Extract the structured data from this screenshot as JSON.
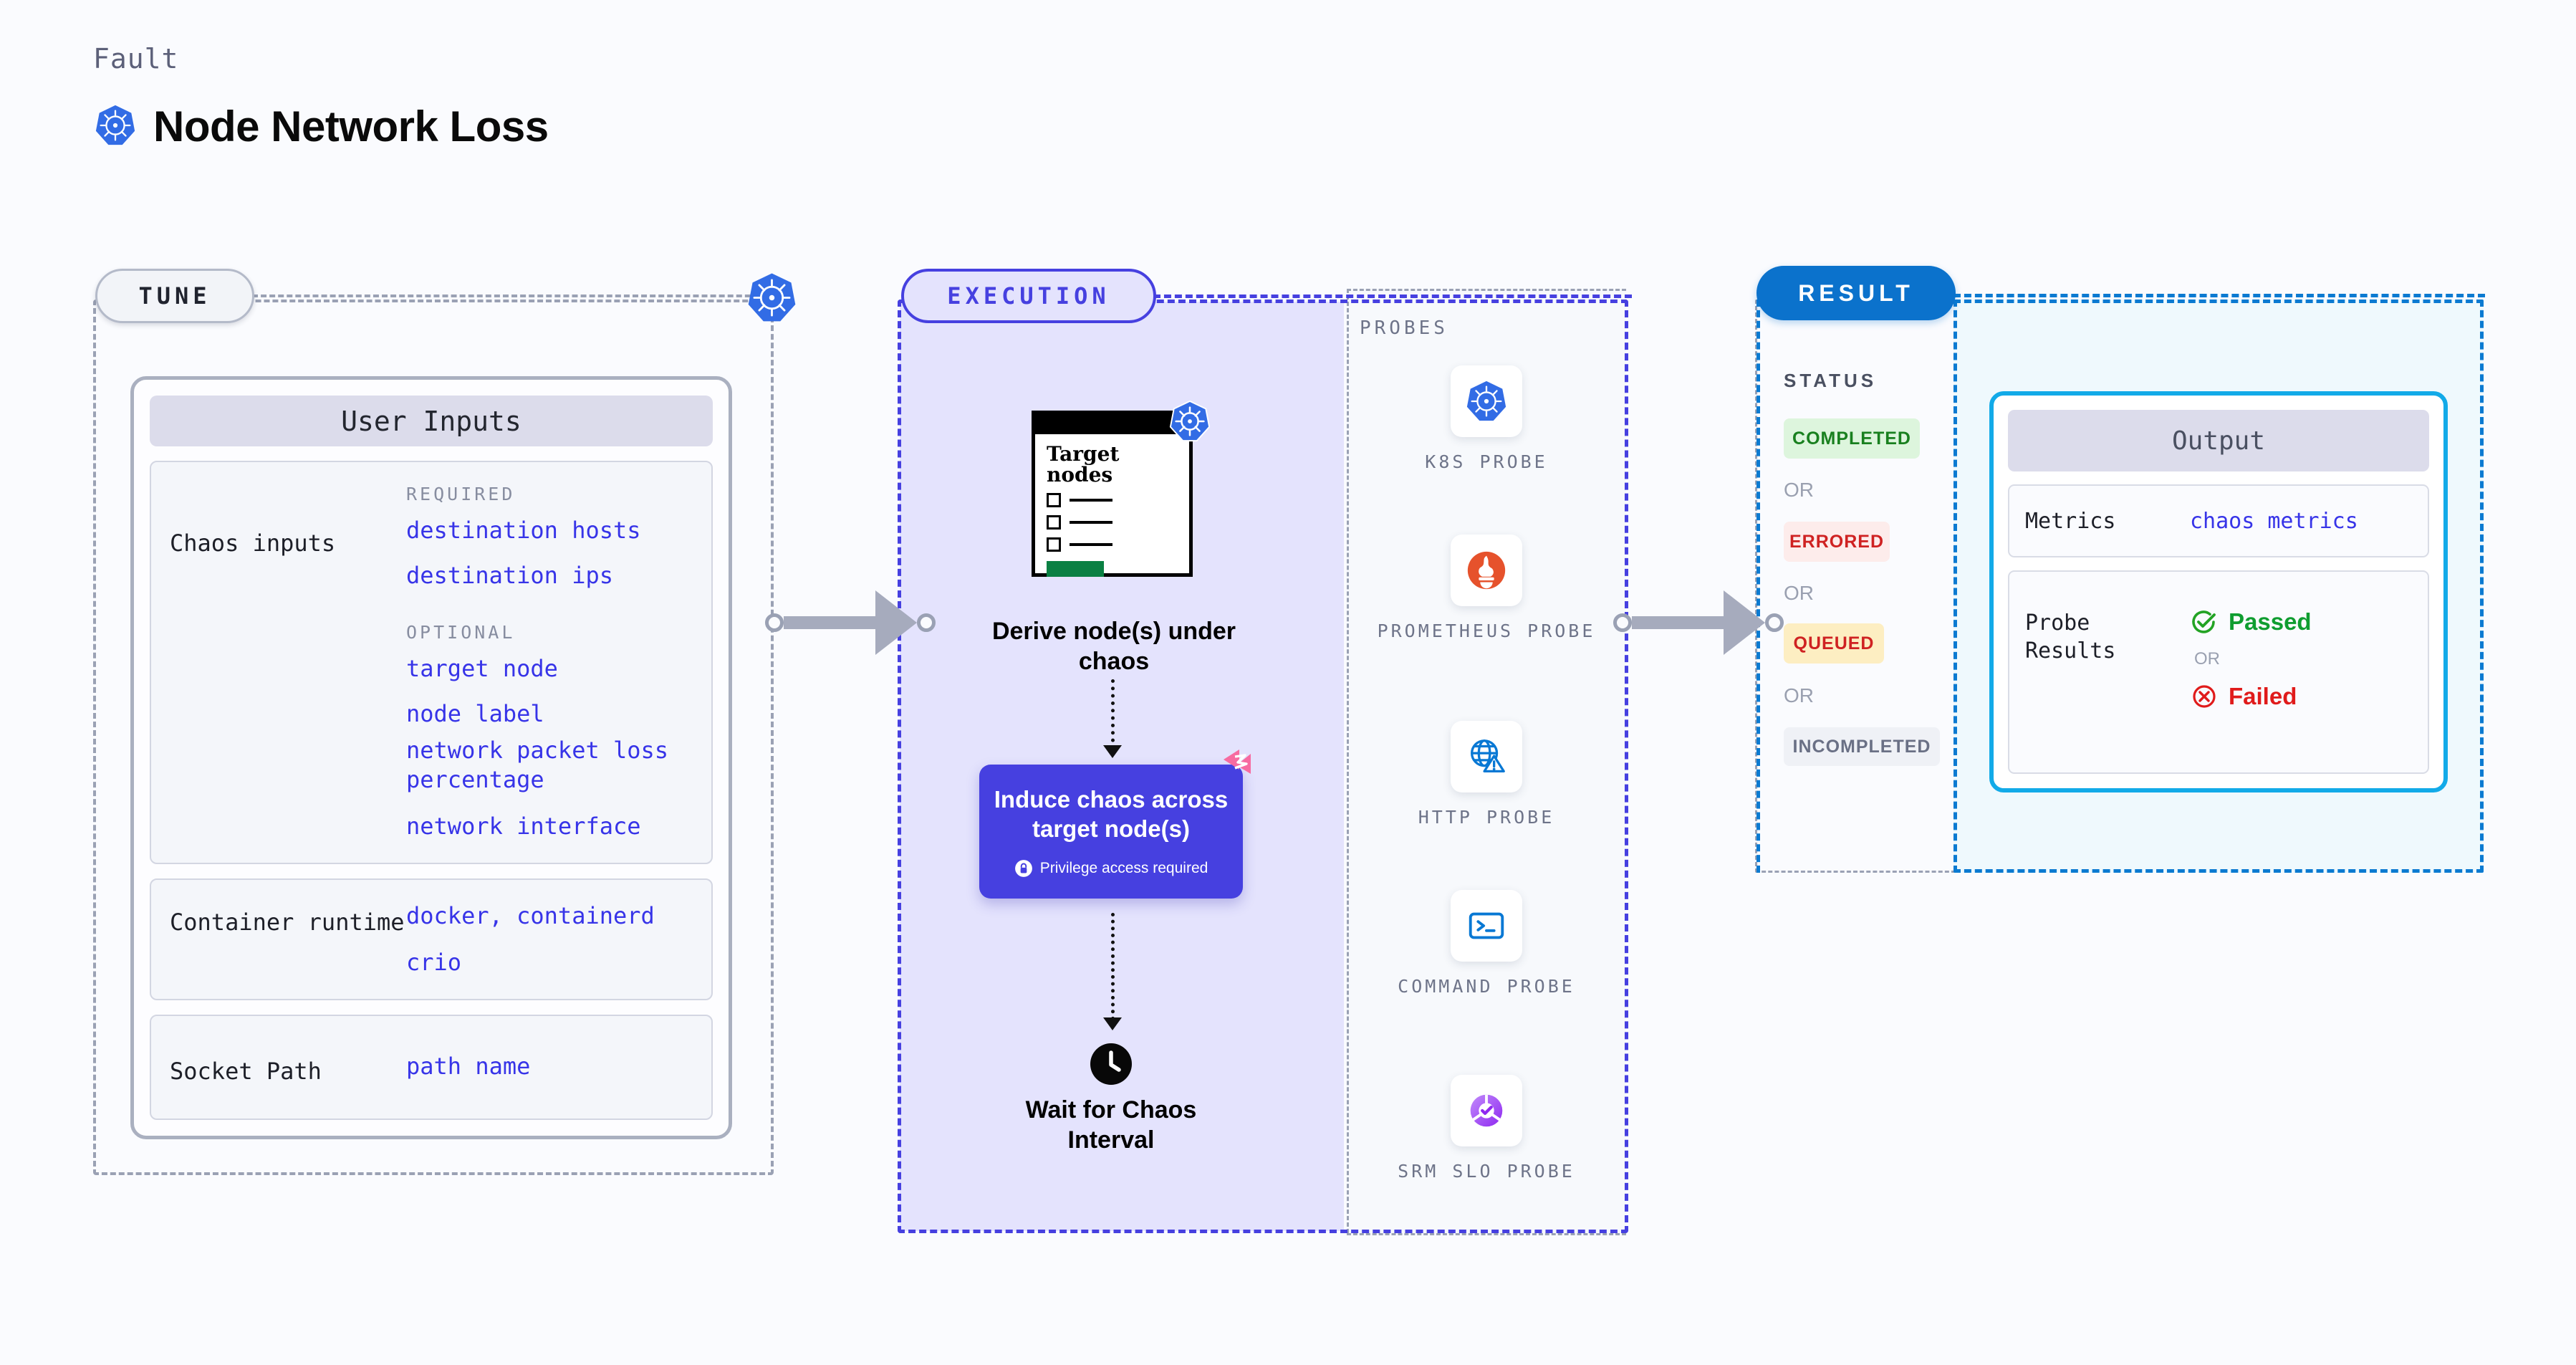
{
  "header": {
    "eyebrow": "Fault",
    "title": "Node Network Loss",
    "icon": "kubernetes-icon"
  },
  "tune": {
    "pill_label": "TUNE",
    "border_icon": "kubernetes-icon",
    "card_title": "User Inputs",
    "rows": [
      {
        "label": "Chaos inputs",
        "groups": [
          {
            "heading": "REQUIRED",
            "values": [
              "destination hosts",
              "destination ips"
            ]
          },
          {
            "heading": "OPTIONAL",
            "values": [
              "target node",
              "node label",
              "network packet loss percentage",
              "network interface"
            ]
          }
        ]
      },
      {
        "label": "Container runtime",
        "values_line1": "docker",
        "values_sep": ",",
        "values_line1b": "containerd",
        "values_line2": "crio"
      },
      {
        "label": "Socket Path",
        "value": "path name"
      }
    ]
  },
  "execution": {
    "pill_label": "EXECUTION",
    "steps": [
      {
        "card_title": "Target nodes",
        "card_icon": "kubernetes-icon",
        "caption": "Derive node(s) under chaos"
      },
      {
        "title": "Induce chaos across target node(s)",
        "note": "Privilege access required",
        "note_icon": "lock-icon",
        "corner_icon": "litmus-chaos-icon"
      },
      {
        "icon": "clock-icon",
        "caption": "Wait for Chaos Interval"
      }
    ],
    "probes_label": "PROBES",
    "probes": [
      {
        "name": "K8S PROBE",
        "icon": "kubernetes-icon"
      },
      {
        "name": "PROMETHEUS PROBE",
        "icon": "prometheus-icon"
      },
      {
        "name": "HTTP PROBE",
        "icon": "globe-warning-icon"
      },
      {
        "name": "COMMAND PROBE",
        "icon": "terminal-icon"
      },
      {
        "name": "SRM SLO PROBE",
        "icon": "srm-slo-icon"
      }
    ]
  },
  "result": {
    "pill_label": "RESULT",
    "status_label": "STATUS",
    "or_label": "OR",
    "statuses": [
      {
        "label": "COMPLETED",
        "bg": "#ddf5dd",
        "fg": "#19801f"
      },
      {
        "label": "ERRORED",
        "bg": "#fdeceb",
        "fg": "#cf2222"
      },
      {
        "label": "QUEUED",
        "bg": "#fdeec2",
        "fg": "#cf2222"
      },
      {
        "label": "INCOMPLETED",
        "bg": "#eff1f6",
        "fg": "#6a7085"
      }
    ],
    "output": {
      "title": "Output",
      "metrics_label": "Metrics",
      "metrics_value": "chaos metrics",
      "probe_results_label": "Probe Results",
      "passed_label": "Passed",
      "passed_icon": "check-circle-icon",
      "or_label": "OR",
      "failed_label": "Failed",
      "failed_icon": "x-circle-icon"
    }
  },
  "colors": {
    "page_bg": "#fafbfe",
    "accent_indigo": "#4640e0",
    "accent_blue": "#0b72cc",
    "accent_cyan": "#12aae8",
    "link_blue": "#3734e8",
    "k8s_blue": "#326ce5",
    "prometheus_orange": "#e6522c",
    "litmus_pink": "#f76ba1"
  }
}
